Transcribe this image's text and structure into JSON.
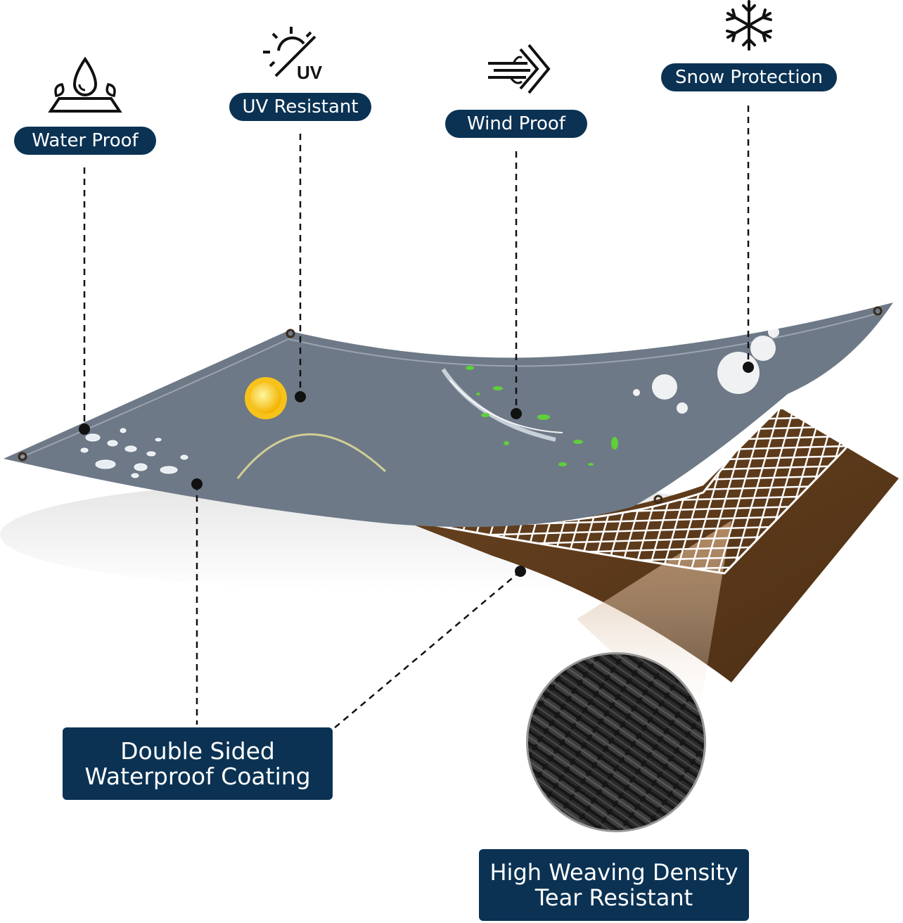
{
  "features": {
    "water": {
      "label": "Water Proof",
      "icon": "water-drop-icon"
    },
    "uv": {
      "label": "UV Resistant",
      "icon": "sun-uv-icon",
      "icon_text": "UV"
    },
    "wind": {
      "label": "Wind Proof",
      "icon": "wind-icon"
    },
    "snow": {
      "label": "Snow Protection",
      "icon": "snowflake-icon"
    }
  },
  "callouts": {
    "coating": {
      "line1": "Double Sided",
      "line2": "Waterproof Coating"
    },
    "weave": {
      "line1": "High Weaving Density",
      "line2": "Tear Resistant"
    }
  },
  "colors": {
    "badge": "#0b3253",
    "tarp_top": "#6f7b89",
    "tarp_bottom": "#5b3a1c",
    "grid": "#ffffff",
    "weave": "#1a1a1a"
  }
}
